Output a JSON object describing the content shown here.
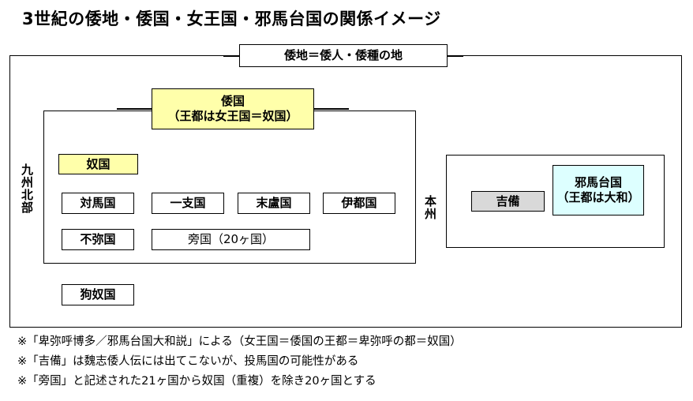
{
  "title": "3世紀の倭地・倭国・女王国・邪馬台国の関係イメージ",
  "colors": {
    "highlight_yellow": "#FFFFAA",
    "highlight_cyan": "#DDFFFF",
    "highlight_gray": "#D9D9D9",
    "line": "#000000",
    "background": "#FFFFFF"
  },
  "diagram": {
    "outer_region": {
      "header_box": "倭地＝倭人・倭種の地"
    },
    "wakoku_box": {
      "line1": "倭国",
      "line2": "（王都は女王国＝奴国）",
      "text": "倭国\n（王都は女王国＝奴国）"
    },
    "kyushu_region": {
      "label": "九州北部",
      "highlight_node": "奴国",
      "nodes_row1": [
        "対馬国",
        "一支国",
        "末盧国",
        "伊都国"
      ],
      "nodes_row2": [
        "不弥国",
        "旁国（20ヶ国）"
      ]
    },
    "outside_node": "狗奴国",
    "honshu_region": {
      "label": "本州",
      "kibi_node": "吉備",
      "yamatai_box": {
        "line1": "邪馬台国",
        "line2": "（王都は大和）",
        "text": "邪馬台国\n（王都は大和）"
      }
    }
  },
  "footnotes": [
    "※「卑弥呼博多／邪馬台国大和説」による（女王国＝倭国の王都＝卑弥呼の都＝奴国）",
    "※「吉備」は魏志倭人伝には出てこないが、投馬国の可能性がある",
    "※「旁国」と記述された21ヶ国から奴国（重複）を除き20ヶ国とする"
  ]
}
